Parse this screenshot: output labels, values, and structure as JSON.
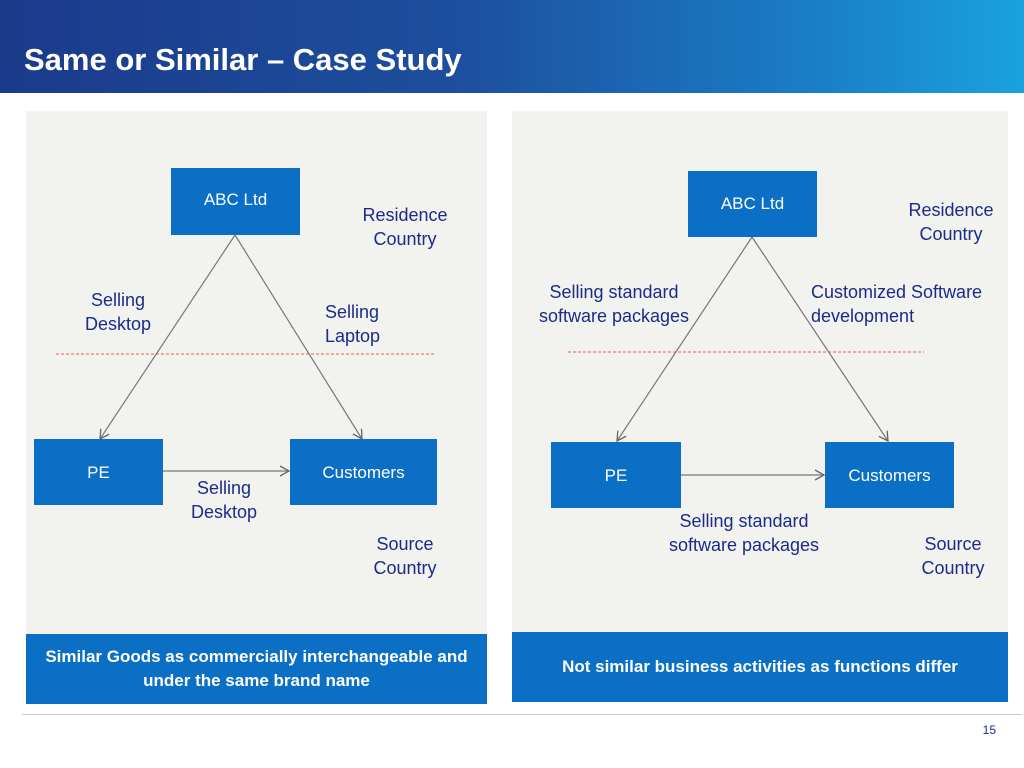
{
  "slide": {
    "title": "Same or Similar – Case Study",
    "page_number": "15"
  },
  "left_case": {
    "top_entity": "ABC Ltd",
    "residence_label": "Residence Country",
    "left_node": "PE",
    "right_node": "Customers",
    "left_edge_label": "Selling Desktop",
    "right_edge_label": "Selling Laptop",
    "bottom_edge_label": "Selling Desktop",
    "source_label": "Source Country",
    "conclusion": "Similar Goods as commercially interchangeable and under the same brand name"
  },
  "right_case": {
    "top_entity": "ABC Ltd",
    "residence_label": "Residence Country",
    "left_node": "PE",
    "right_node": "Customers",
    "left_edge_label": "Selling standard software packages",
    "right_edge_label": "Customized Software development",
    "bottom_edge_label": "Selling standard software packages",
    "source_label": "Source Country",
    "conclusion": "Not similar business activities as functions differ"
  },
  "colors": {
    "header_start": "#1b3a8a",
    "header_end": "#19a3dc",
    "box_fill": "#0b6fc6",
    "label_text": "#1a2b8c",
    "panel_bg": "#f2f2ee",
    "divider_dashed": "#e0645a"
  }
}
